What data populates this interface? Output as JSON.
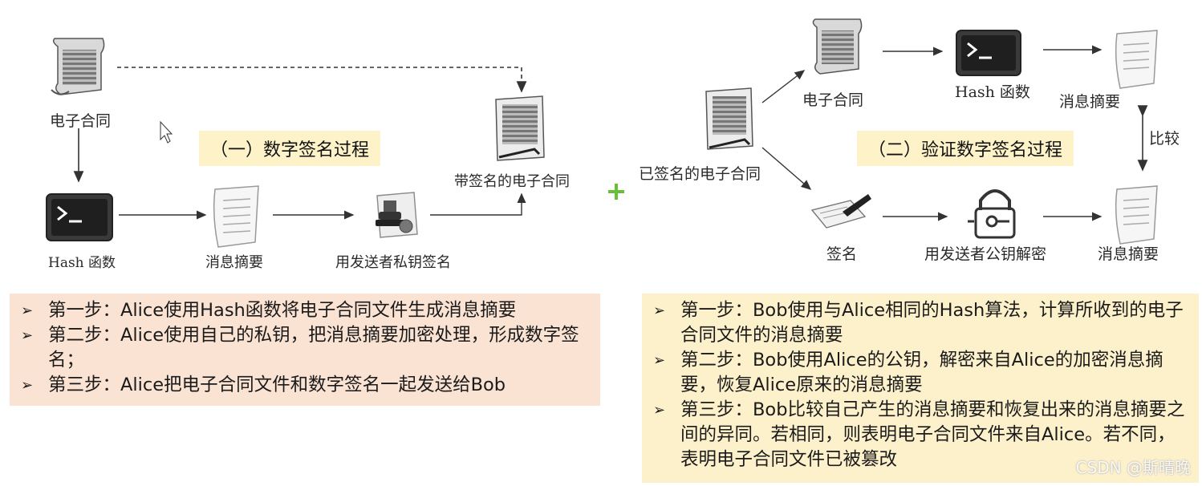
{
  "left": {
    "contract_label": "电子合同",
    "hash_label": "Hash 函数",
    "digest_label": "消息摘要",
    "sign_label": "用发送者私钥签名",
    "signed_label": "带签名的电子合同",
    "title": "（一）数字签名过程",
    "steps": [
      "第一步：Alice使用Hash函数将电子合同文件生成消息摘要",
      "第二步：Alice使用自己的私钥，把消息摘要加密处理，形成数字签名；",
      "第三步：Alice把电子合同文件和数字签名一起发送给Bob"
    ]
  },
  "right": {
    "signed_label": "已签名的电子合同",
    "contract_label": "电子合同",
    "hash_label": "Hash 函数",
    "digest_top_label": "消息摘要",
    "compare_label": "比较",
    "title": "（二）验证数字签名过程",
    "signature_label": "签名",
    "decrypt_label": "用发送者公钥解密",
    "digest_bottom_label": "消息摘要",
    "steps": [
      "第一步：Bob使用与Alice相同的Hash算法，计算所收到的电子合同文件的消息摘要",
      "第二步：Bob使用Alice的公钥，解密来自Alice的加密消息摘要，恢复Alice原来的消息摘要",
      "第三步：Bob比较自己产生的消息摘要和恢复出来的消息摘要之间的异同。若相同，则表明电子合同文件来自Alice。若不同，表明电子合同文件已被篡改"
    ]
  },
  "watermark": "CSDN @斯晴晚",
  "colors": {
    "left_panel": "#fae3d3",
    "right_panel": "#fdf1cc",
    "title_box": "#fdf2c8",
    "plus": "#6abf3a"
  }
}
